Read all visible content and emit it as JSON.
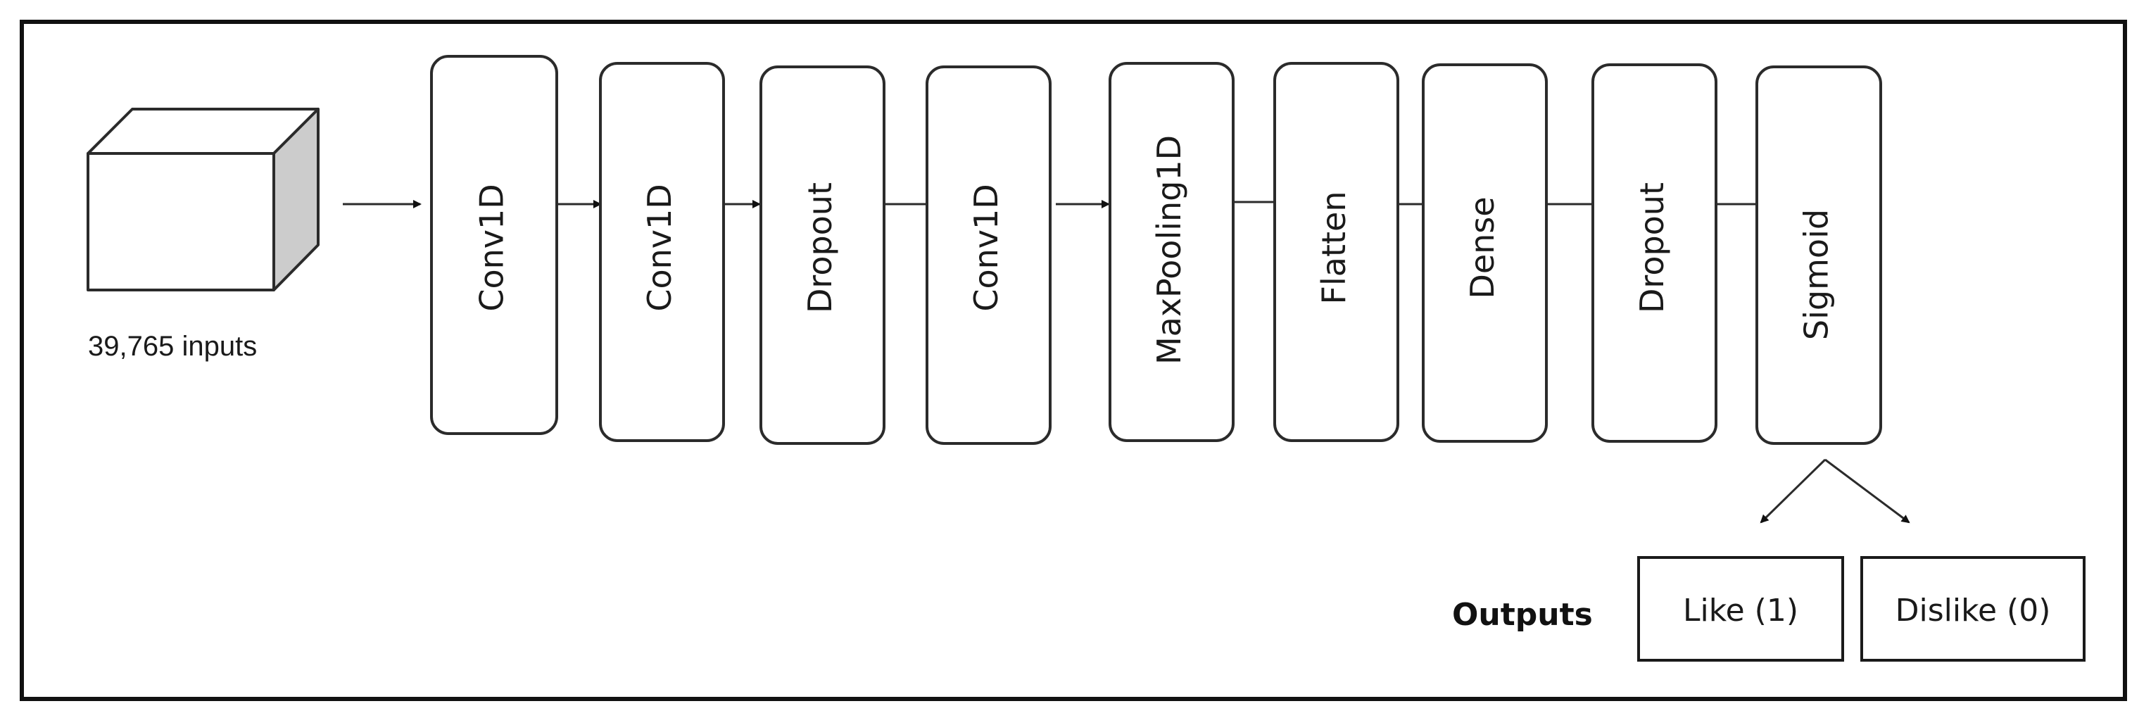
{
  "diagram": {
    "input": {
      "caption": "39,765 inputs"
    },
    "layers": [
      {
        "label": "Conv1D"
      },
      {
        "label": "Conv1D"
      },
      {
        "label": "Dropout"
      },
      {
        "label": "Conv1D"
      },
      {
        "label": "MaxPooling1D"
      },
      {
        "label": "Flatten"
      },
      {
        "label": "Dense"
      },
      {
        "label": "Dropout"
      },
      {
        "label": "Sigmoid"
      }
    ],
    "outputs": {
      "title": "Outputs",
      "items": [
        {
          "label": "Like (1)"
        },
        {
          "label": "Dislike (0)"
        }
      ]
    },
    "colors": {
      "cube_side": "#cccccc",
      "stroke": "#2b2b2b",
      "frame": "#111111"
    }
  }
}
